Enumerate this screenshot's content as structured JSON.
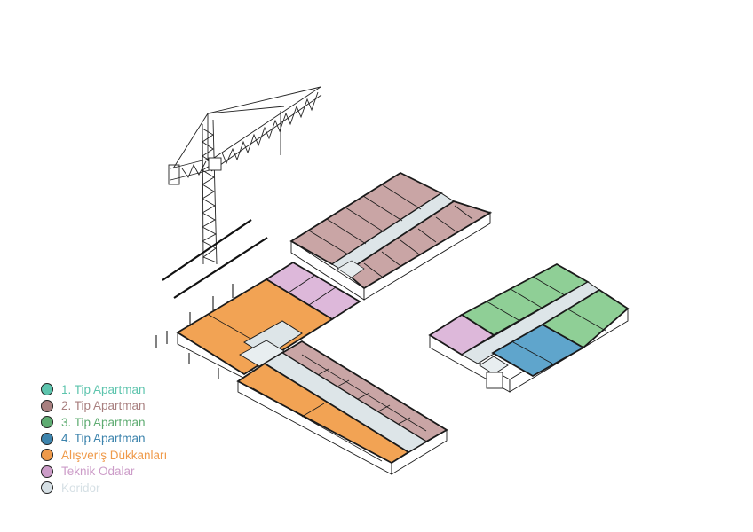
{
  "legend": {
    "items": [
      {
        "label": "1. Tip Apartman",
        "color": "#5dc4ad"
      },
      {
        "label": "2. Tip Apartman",
        "color": "#a87f7f"
      },
      {
        "label": "3. Tip Apartman",
        "color": "#5fac72"
      },
      {
        "label": "4. Tip Apartman",
        "color": "#3d84ad"
      },
      {
        "label": "Alışveriş Dükkanları",
        "color": "#ef9a4a"
      },
      {
        "label": "Teknik Odalar",
        "color": "#cc9cc8"
      },
      {
        "label": "Koridor",
        "color": "#d6e0e5"
      }
    ]
  },
  "colors": {
    "apt2_fill": "#c9a5a5",
    "apt3_fill": "#8fcf96",
    "apt4_fill": "#5fa5cc",
    "shop_fill": "#f2a354",
    "tech_fill": "#ddb8da",
    "corridor_fill": "#dde5e8",
    "line": "#1a1a1a"
  }
}
